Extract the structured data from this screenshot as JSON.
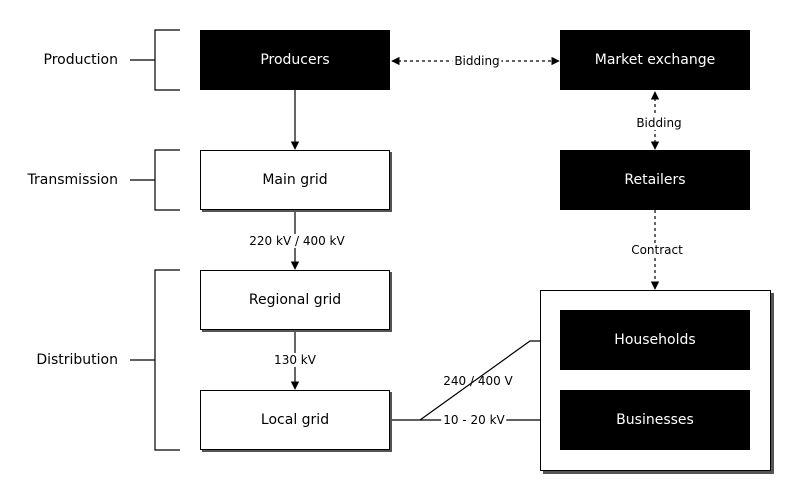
{
  "stages": {
    "production": "Production",
    "transmission": "Transmission",
    "distribution": "Distribution"
  },
  "nodes": {
    "producers": "Producers",
    "main_grid": "Main grid",
    "regional_grid": "Regional grid",
    "local_grid": "Local grid",
    "market_exchange": "Market exchange",
    "retailers": "Retailers",
    "households": "Households",
    "businesses": "Businesses"
  },
  "edges": {
    "bidding_top": "Bidding",
    "bidding_side": "Bidding",
    "contract": "Contract",
    "main_to_regional": "220 kV / 400 kV",
    "regional_to_local": "130 kV",
    "local_to_households": "240 / 400 V",
    "local_to_businesses": "10 - 20 kV"
  }
}
